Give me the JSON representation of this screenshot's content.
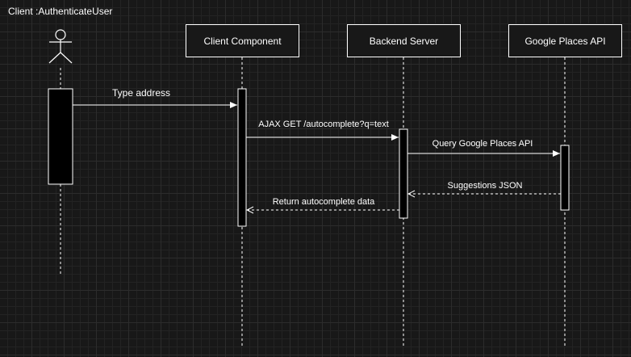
{
  "diagram": {
    "title": "Client :AuthenticateUser",
    "participants": [
      {
        "id": "user",
        "label": ""
      },
      {
        "id": "client",
        "label": "Client Component"
      },
      {
        "id": "backend",
        "label": "Backend Server"
      },
      {
        "id": "google",
        "label": "Google Places API"
      }
    ],
    "messages": [
      {
        "label": "Type address",
        "from": "user",
        "to": "client",
        "kind": "sync"
      },
      {
        "label": "AJAX GET /autocomplete?q=text",
        "from": "client",
        "to": "backend",
        "kind": "sync"
      },
      {
        "label": "Query Google Places API",
        "from": "backend",
        "to": "google",
        "kind": "sync"
      },
      {
        "label": "Suggestions JSON",
        "from": "google",
        "to": "backend",
        "kind": "return"
      },
      {
        "label": "Return autocomplete data",
        "from": "backend",
        "to": "client",
        "kind": "return"
      }
    ]
  },
  "colors": {
    "background": "#181818",
    "stroke": "#ffffff",
    "grid": "#2c2c2c"
  }
}
